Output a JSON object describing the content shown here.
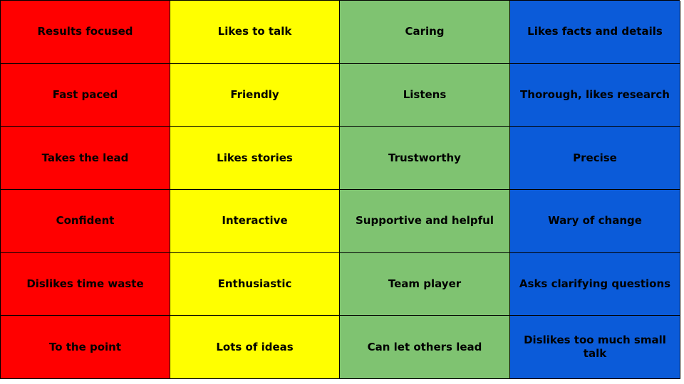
{
  "colors": {
    "red": "#ff0000",
    "yellow": "#ffff00",
    "green": "#7fc371",
    "blue": "#0b5bd9"
  },
  "columns": [
    {
      "color": "red",
      "items": [
        "Results focused",
        "Fast paced",
        "Takes the lead",
        "Confident",
        "Dislikes time waste",
        "To the point"
      ]
    },
    {
      "color": "yellow",
      "items": [
        "Likes to talk",
        "Friendly",
        "Likes stories",
        "Interactive",
        "Enthusiastic",
        "Lots of ideas"
      ]
    },
    {
      "color": "green",
      "items": [
        "Caring",
        "Listens",
        "Trustworthy",
        "Supportive and helpful",
        "Team player",
        "Can let others lead"
      ]
    },
    {
      "color": "blue",
      "items": [
        "Likes facts and details",
        "Thorough, likes research",
        "Precise",
        "Wary of change",
        "Asks clarifying questions",
        "Dislikes too much small talk"
      ]
    }
  ]
}
